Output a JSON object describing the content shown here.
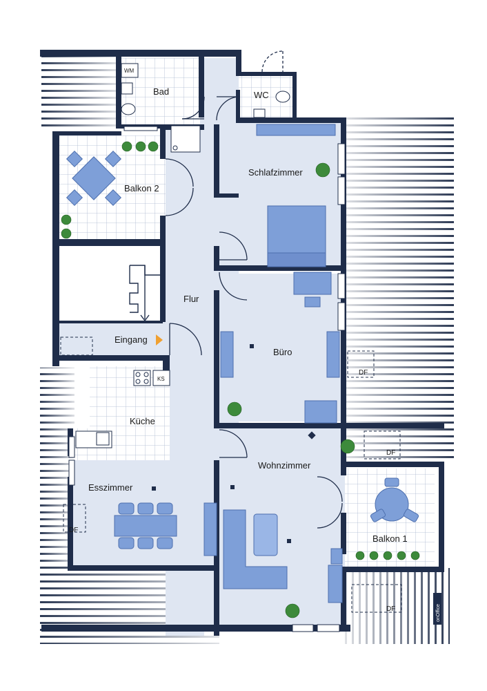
{
  "rooms": {
    "bad": "Bad",
    "wc": "WC",
    "schlafzimmer": "Schlafzimmer",
    "balkon2": "Balkon 2",
    "flur": "Flur",
    "eingang": "Eingang",
    "buero": "Büro",
    "kueche": "Küche",
    "wohnzimmer": "Wohnzimmer",
    "esszimmer": "Esszimmer",
    "balkon1": "Balkon 1"
  },
  "fixtures": {
    "washing_machine": "WM",
    "fridge": "KS",
    "roof_window": "DF"
  },
  "branding": "onOffice",
  "colors": {
    "wall": "#1f2d4a",
    "floor": "#dfe6f2",
    "tile_line": "#aab8cf",
    "furniture": "#7e9fd8",
    "furniture_dark": "#4d6fae",
    "roof_hatch": "#2e3b55"
  }
}
